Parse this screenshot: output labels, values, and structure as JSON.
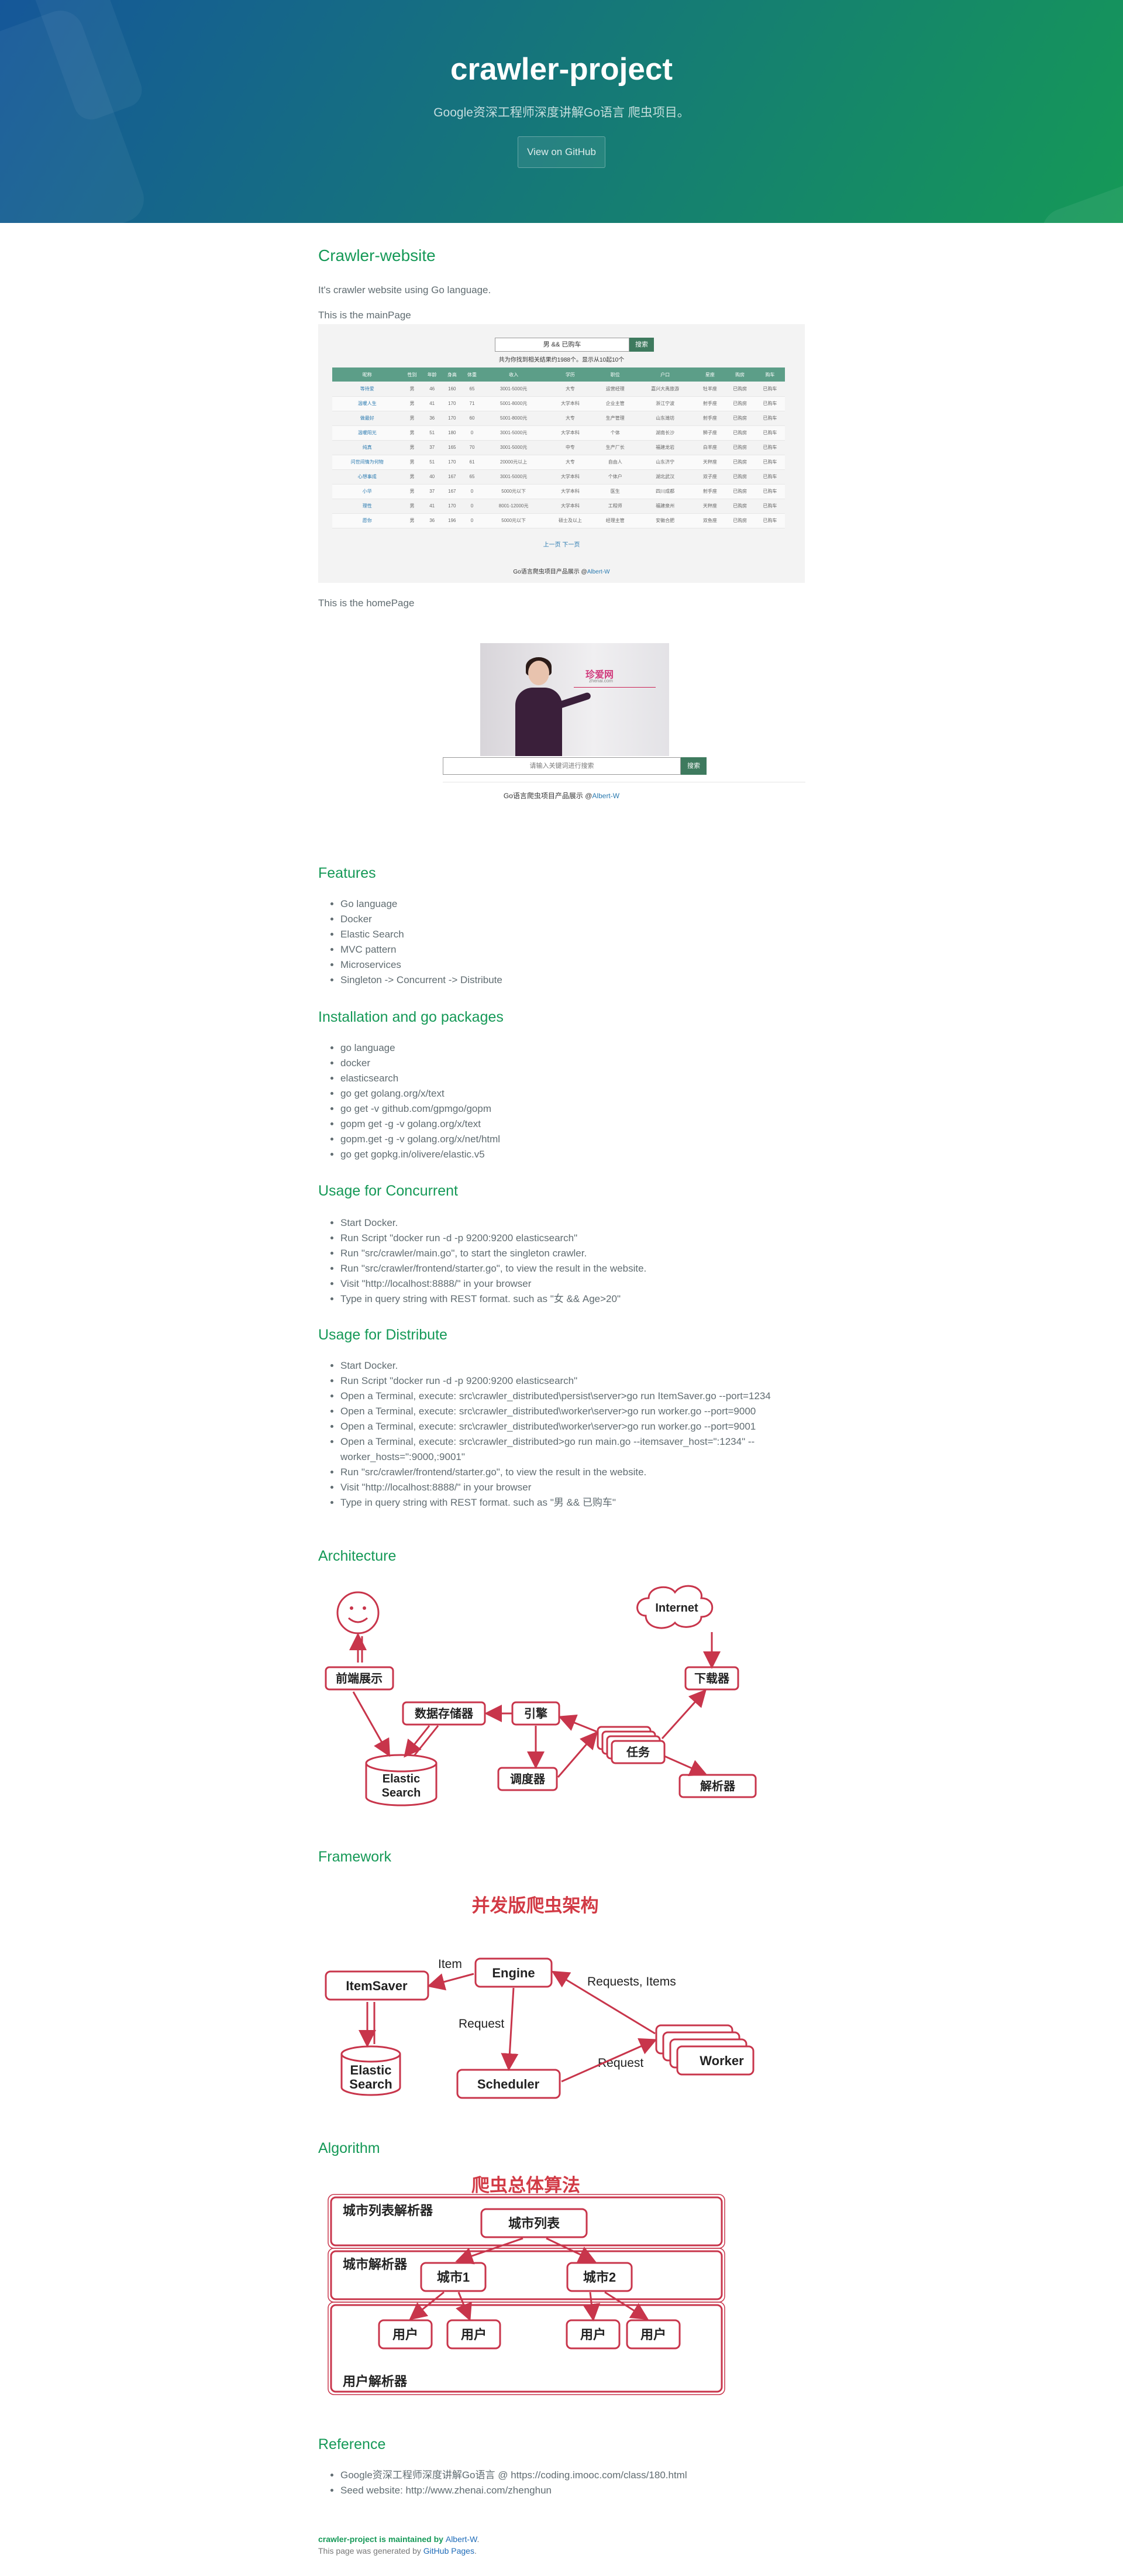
{
  "header": {
    "title": "crawler-project",
    "tagline": "Google资深工程师深度讲解Go语言 爬虫项目。",
    "button": "View on GitHub"
  },
  "intro": {
    "heading": "Crawler-website",
    "desc": "It's crawler website using Go language.",
    "main_label": "This is the mainPage",
    "home_label": "This is the homePage"
  },
  "mainpage": {
    "search_value": "男 && 已购车",
    "search_button": "搜索",
    "count_text": "共为你找到相关结果约1988个。显示从10起10个",
    "headers": [
      "昵称",
      "性别",
      "年龄",
      "身高",
      "体重",
      "收入",
      "学历",
      "职位",
      "户口",
      "星座",
      "购房",
      "购车"
    ],
    "rows": [
      [
        "等待爱",
        "男",
        "46",
        "160",
        "65",
        "3001-5000元",
        "大专",
        "运营经理",
        "嘉兴大禹旅游",
        "牡羊座",
        "已购房",
        "已购车"
      ],
      [
        "温暖人生",
        "男",
        "41",
        "170",
        "71",
        "5001-8000元",
        "大学本科",
        "企业主管",
        "浙江宁波",
        "射手座",
        "已购房",
        "已购车"
      ],
      [
        "做最好",
        "男",
        "36",
        "170",
        "60",
        "5001-8000元",
        "大专",
        "生产管理",
        "山东潍坊",
        "射手座",
        "已购房",
        "已购车"
      ],
      [
        "温暖阳光",
        "男",
        "51",
        "180",
        "0",
        "3001-5000元",
        "大学本科",
        "个体",
        "湖南长沙",
        "狮子座",
        "已购房",
        "已购车"
      ],
      [
        "纯真",
        "男",
        "37",
        "165",
        "70",
        "3001-5000元",
        "中专",
        "生产厂长",
        "福建龙岩",
        "白羊座",
        "已购房",
        "已购车"
      ],
      [
        "问世间情为何物",
        "男",
        "51",
        "170",
        "61",
        "20000元以上",
        "大专",
        "自由人",
        "山东济宁",
        "天秤座",
        "已购房",
        "已购车"
      ],
      [
        "心想事成",
        "男",
        "40",
        "167",
        "65",
        "3001-5000元",
        "大学本科",
        "个体户",
        "湖北武汉",
        "双子座",
        "已购房",
        "已购车"
      ],
      [
        "小华",
        "男",
        "37",
        "167",
        "0",
        "5000元以下",
        "大学本科",
        "医生",
        "四川成都",
        "射手座",
        "已购房",
        "已购车"
      ],
      [
        "理性",
        "男",
        "41",
        "170",
        "0",
        "8001-12000元",
        "大学本科",
        "工程师",
        "福建泉州",
        "天秤座",
        "已购房",
        "已购车"
      ],
      [
        "愿你",
        "男",
        "36",
        "196",
        "0",
        "5000元以下",
        "硕士及以上",
        "经理主管",
        "安徽合肥",
        "双鱼座",
        "已购房",
        "已购车"
      ]
    ],
    "pager": "上一页 下一页",
    "footer_text": "Go语言爬虫项目产品展示 @",
    "footer_link": "Albert-W"
  },
  "homepage": {
    "logo": "珍爱网",
    "logo_sub": "zhenai.com",
    "search_placeholder": "请输入关键词进行搜索",
    "search_button": "搜索",
    "footer_text": "Go语言爬虫项目产品展示 @",
    "footer_link": "Albert-W"
  },
  "features": {
    "heading": "Features",
    "items": [
      "Go language",
      "Docker",
      "Elastic Search",
      "MVC pattern",
      "Microservices",
      "Singleton -> Concurrent -> Distribute"
    ]
  },
  "installation": {
    "heading": "Installation and go packages",
    "items": [
      "go language",
      "docker",
      "elasticsearch",
      "go get golang.org/x/text",
      "go get -v github.com/gpmgo/gopm",
      "gopm get -g -v golang.org/x/text",
      "gopm.get -g -v golang.org/x/net/html",
      "go get gopkg.in/olivere/elastic.v5"
    ]
  },
  "usage_concurrent": {
    "heading": "Usage for Concurrent",
    "items": [
      "Start Docker.",
      "Run Script \"docker run -d -p 9200:9200 elasticsearch\"",
      "Run \"src/crawler/main.go\", to start the singleton crawler.",
      "Run \"src/crawler/frontend/starter.go\", to view the result in the website.",
      "Visit \"http://localhost:8888/\" in your browser",
      "Type in query string with REST format. such as \"女 && Age>20\""
    ]
  },
  "usage_distribute": {
    "heading": "Usage for Distribute",
    "items": [
      "Start Docker.",
      "Run Script \"docker run -d -p 9200:9200 elasticsearch\"",
      "Open a Terminal, execute: src\\crawler_distributed\\persist\\server>go run ItemSaver.go --port=1234",
      "Open a Terminal, execute: src\\crawler_distributed\\worker\\server>go run worker.go --port=9000",
      "Open a Terminal, execute: src\\crawler_distributed\\worker\\server>go run worker.go --port=9001",
      "Open a Terminal, execute: src\\crawler_distributed>go run main.go --itemsaver_host=\":1234\" --worker_hosts=\":9000,:9001\"",
      "Run \"src/crawler/frontend/starter.go\", to view the result in the website.",
      "Visit \"http://localhost:8888/\" in your browser",
      "Type in query string with REST format. such as \"男 && 已购车\""
    ]
  },
  "architecture": {
    "heading": "Architecture",
    "labels": {
      "frontend": "前端展示",
      "internet": "Internet",
      "downloader": "下载器",
      "datastore": "数据存储器",
      "engine": "引擎",
      "task": "任务",
      "elastic": "Elastic",
      "search": "Search",
      "scheduler": "调度器",
      "parser": "解析器"
    }
  },
  "framework": {
    "heading": "Framework",
    "title": "并发版爬虫架构",
    "labels": {
      "itemsaver": "ItemSaver",
      "item": "Item",
      "engine": "Engine",
      "requests_items": "Requests, Items",
      "request1": "Request",
      "request2": "Request",
      "worker": "Worker",
      "elastic": "Elastic",
      "search": "Search",
      "scheduler": "Scheduler"
    }
  },
  "algorithm": {
    "heading": "Algorithm",
    "title": "爬虫总体算法",
    "labels": {
      "citylist_parser": "城市列表解析器",
      "citylist": "城市列表",
      "city_parser": "城市解析器",
      "city1": "城市1",
      "city2": "城市2",
      "user": "用户",
      "user_parser": "用户解析器"
    }
  },
  "reference": {
    "heading": "Reference",
    "items": [
      "Google资深工程师深度讲解Go语言 @ https://coding.imooc.com/class/180.html",
      "Seed website: http://www.zhenai.com/zhenghun"
    ]
  },
  "footer": {
    "project": "crawler-project",
    "maintained": " is maintained by ",
    "author": "Albert-W",
    "period": ".",
    "generated": "This page was generated by ",
    "pages": "GitHub Pages",
    "end": "."
  }
}
